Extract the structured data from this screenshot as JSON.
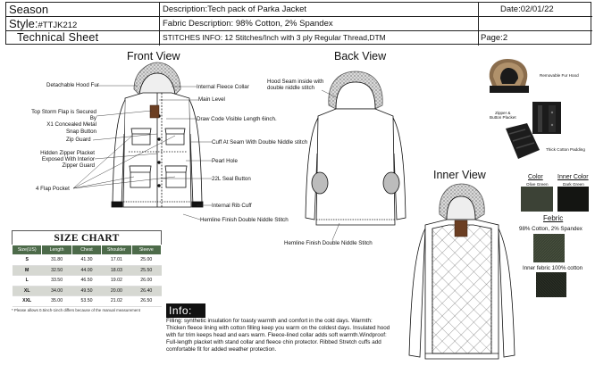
{
  "header": {
    "season_label": "Season",
    "style_label": "Style:",
    "style_code": "#TTJK212",
    "sheet_title": "Technical Sheet",
    "description": "Description:Tech pack of Parka Jacket",
    "fabric_description": "Fabric Description:   98% Cotton, 2% Spandex",
    "stitches_info": "STITCHES INFO: 12 Stitches/Inch with 3 ply Regular Thread,DTM",
    "date": "Date:02/01/22",
    "page": "Page:2"
  },
  "views": {
    "front_title": "Front View",
    "back_title": "Back View",
    "inner_title": "Inner View"
  },
  "front_callouts": {
    "hood_fur": "Detachable Hood Fur",
    "fleece_collar": "Internal Fleece Collar",
    "main_label": "Main Level",
    "storm_flap": "Top Storm Flap is Secured By\nX1 Concealed Metal\nSnap Button",
    "draw_code": "Draw Code Visible Length 6inch.",
    "zip_guard": "Zip Guard",
    "cuff_seam": "Cuff At Seam With Double Niddle stitch",
    "hidden_zipper": "Hidden Zipper Placket\nExposed With Interior\nZipper Guard",
    "pearl_hole": "Pearl Hole",
    "flap_pocket": "4 Flap Pocket",
    "seal_button": "22L Seal Button",
    "rib_cuff": "Internal Rib Cuff",
    "hemline_front": "Hemline Finish Double Niddle Stitch"
  },
  "back_callouts": {
    "hood_seam": "Hood Seam inside with\ndouble niddle stitch",
    "hemline_back": "Hemline Finish Double Niddle Stitch"
  },
  "detail_callouts": {
    "removable_fur": "Removable Fur Hood",
    "zipper_placket": "Zipper &\nButton Placket",
    "cotton_padding": "Thick Cotton Padding"
  },
  "colors": {
    "color_title": "Color",
    "color_name": "Olive Green",
    "color_hex": "#3c4236",
    "inner_color_title": "Inner Color",
    "inner_color_name": "Dark Green",
    "inner_color_hex": "#141512"
  },
  "fabric": {
    "title": "Febric",
    "outer": "98% Cotton, 2% Spandex",
    "inner": "Inner febric 100% cotton"
  },
  "size_chart": {
    "title": "SIZE CHART",
    "columns": [
      "Size(US)",
      "Length",
      "Chest",
      "Shoulder",
      "Sleeve"
    ],
    "rows": [
      [
        "S",
        "31.80",
        "41.30",
        "17.01",
        "25.00"
      ],
      [
        "M",
        "32.50",
        "44.00",
        "18.03",
        "25.50"
      ],
      [
        "L",
        "33.50",
        "46.50",
        "19.02",
        "26.00"
      ],
      [
        "XL",
        "34.00",
        "49.50",
        "20.00",
        "26.40"
      ],
      [
        "XXL",
        "35.00",
        "53.50",
        "21.02",
        "26.50"
      ]
    ],
    "note": "* Please allows 0.5inch-1inch differs because of the manual measurement"
  },
  "info": {
    "title": "Info:",
    "text": "Filling: synthetic insulation for toasty warmth and comfort in the cold days. Warmth: Thicken fleece lining with cotton filling keep you warm on the coldest days. Insulated hood with fur trim keeps head and ears warm. Fleece-lined collar adds soft warmth.Windproof: Full-length placket with stand collar and fleece chin protector. Ribbed Stretch cuffs add comfortable fit for added weather protection."
  }
}
